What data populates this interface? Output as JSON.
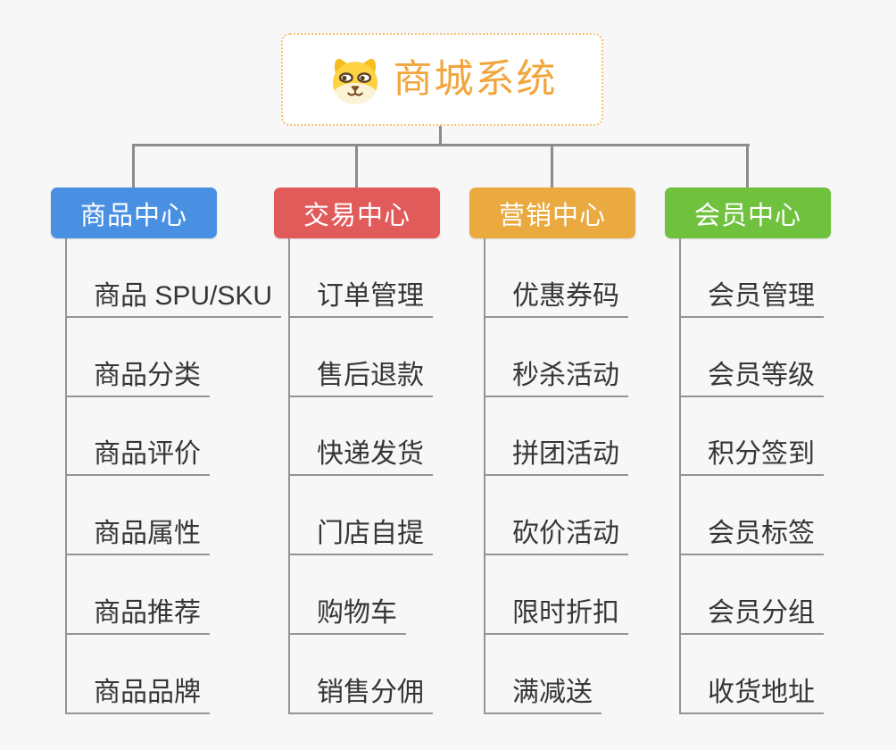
{
  "root": {
    "label": "商城系统",
    "color": "#f2a53c"
  },
  "colors": {
    "connector": "#8c8c8c",
    "branch_line": "#949494",
    "background": "#f7f7f8",
    "root_border": "#f3c272"
  },
  "branches": [
    {
      "label": "商品中心",
      "color": "#4a90e2",
      "items": [
        "商品 SPU/SKU",
        "商品分类",
        "商品评价",
        "商品属性",
        "商品推荐",
        "商品品牌"
      ]
    },
    {
      "label": "交易中心",
      "color": "#e25b5b",
      "items": [
        "订单管理",
        "售后退款",
        "快递发货",
        "门店自提",
        "购物车",
        "销售分佣"
      ]
    },
    {
      "label": "营销中心",
      "color": "#ebaa3f",
      "items": [
        "优惠券码",
        "秒杀活动",
        "拼团活动",
        "砍价活动",
        "限时折扣",
        "满减送"
      ]
    },
    {
      "label": "会员中心",
      "color": "#6fc13e",
      "items": [
        "会员管理",
        "会员等级",
        "积分签到",
        "会员标签",
        "会员分组",
        "收货地址"
      ]
    }
  ]
}
